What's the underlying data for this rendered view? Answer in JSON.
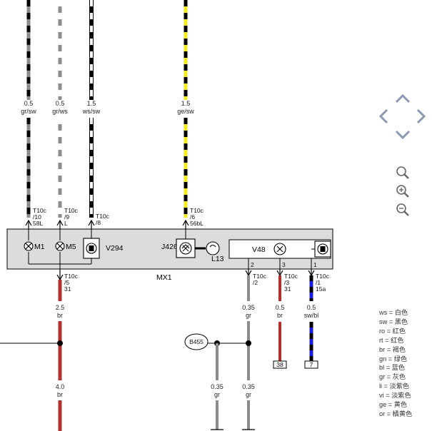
{
  "wires_top": [
    {
      "size": "0.5",
      "color": "gr/sw",
      "pin": "T10c",
      "pin2": "/10",
      "pin3": "58L"
    },
    {
      "size": "0.5",
      "color": "gr/ws",
      "pin": "T10c",
      "pin2": "/9",
      "pin3": "L"
    },
    {
      "size": "1.5",
      "color": "ws/sw",
      "pin": "T10c",
      "pin2": "/8",
      "pin3": ""
    },
    {
      "size": "1.5",
      "color": "ge/sw",
      "pin": "T10c",
      "pin2": "/6",
      "pin3": "56bL"
    }
  ],
  "module": {
    "m1": "M1",
    "m5": "M5",
    "v294": "V294",
    "j426": "J426",
    "l13": "L13",
    "v48": "V48",
    "mx1": "MX1"
  },
  "wires_bottom": [
    {
      "pin": "T10c",
      "pin2": "/5",
      "pin3": "31",
      "size": "2.5",
      "color": "br"
    },
    {
      "pin": "T10c",
      "pin2": "/2",
      "pin3": "",
      "size": "0.35",
      "color": "gr",
      "num": "2"
    },
    {
      "pin": "T10c",
      "pin2": "/3",
      "pin3": "31",
      "size": "0.5",
      "color": "br",
      "num": "3"
    },
    {
      "pin": "T10c",
      "pin2": "/1",
      "pin3": "15a",
      "size": "0.5",
      "color": "sw/bl",
      "num": "1"
    }
  ],
  "lower": {
    "big_size": "4.0",
    "big_color": "br",
    "b455": "B455",
    "left_size": "0.35",
    "left_color": "gr",
    "right_size": "0.35",
    "right_color": "gr",
    "ref_38": "38",
    "ref_7": "7"
  },
  "legend": [
    "ws = 白色",
    "sw = 黑色",
    "ro = 红色",
    "rt = 红色",
    "br = 褐色",
    "gn = 绿色",
    "bl = 蓝色",
    "gr = 灰色",
    "li = 淡紫色",
    "vi = 淡紫色",
    "ge = 黄色",
    "or = 橘黄色"
  ],
  "icons": [
    "arrow-up-icon",
    "arrow-left-icon",
    "arrow-right-icon",
    "arrow-down-icon",
    "zoom-fit-icon",
    "zoom-in-icon",
    "zoom-out-icon"
  ]
}
